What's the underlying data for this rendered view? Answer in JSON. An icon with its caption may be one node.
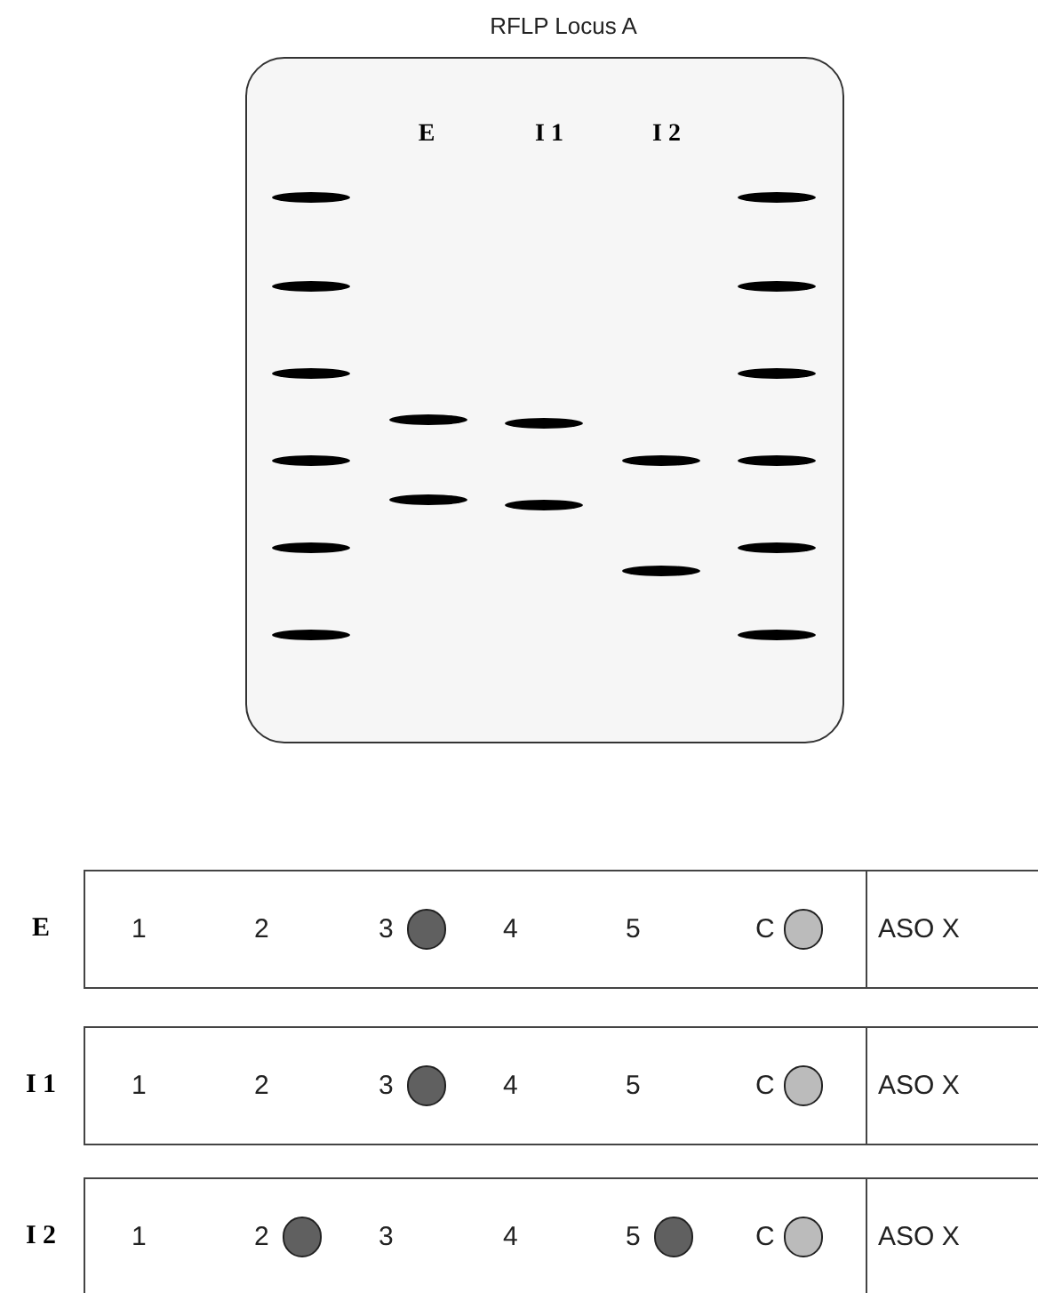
{
  "diagram": {
    "nodes": [
      {
        "text": [
          "RFLP Locus A",
          "E",
          "I 1",
          "I 2"
        ]
      },
      {
        "text": [
          "1",
          "2",
          "3",
          "4",
          "5",
          "C",
          "ASO X"
        ],
        "beside": [
          "E"
        ]
      },
      {
        "text": [
          "1",
          "2",
          "3",
          "4",
          "5",
          "C",
          "ASO X"
        ],
        "beside": [
          "I 1"
        ]
      },
      {
        "text": [
          "1",
          "2",
          "3",
          "4",
          "5",
          "C",
          "ASO X"
        ],
        "beside": [
          "I 2"
        ]
      }
    ]
  }
}
